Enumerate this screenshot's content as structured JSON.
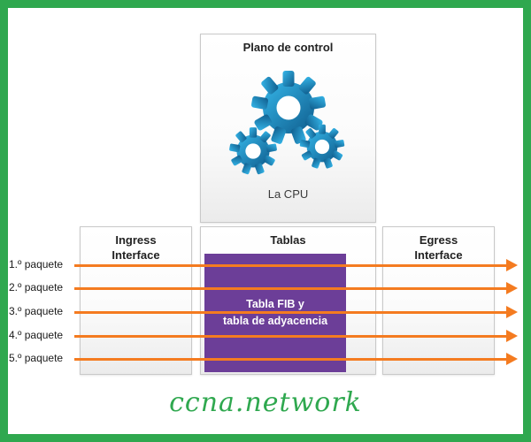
{
  "control_plane": {
    "title": "Plano de control",
    "cpu_label": "La CPU"
  },
  "pipeline": {
    "ingress_line1": "Ingress",
    "ingress_line2": "Interface",
    "tables_title": "Tablas",
    "egress_line1": "Egress",
    "egress_line2": "Interface",
    "fib_line1": "Tabla FIB y",
    "fib_line2": "tabla de adyacencia"
  },
  "packets": [
    "1.º paquete",
    "2.º paquete",
    "3.º paquete",
    "4.º paquete",
    "5.º paquete"
  ],
  "watermark": "ccna.network",
  "icons": {
    "gears": "gears-icon"
  },
  "colors": {
    "frame_green": "#2fa84f",
    "arrow_orange": "#f47b20",
    "fib_purple": "#6c3e98",
    "gear_blue_light": "#35b6e9",
    "gear_blue_dark": "#0f5c8c",
    "watermark_green": "#2fa84f"
  }
}
